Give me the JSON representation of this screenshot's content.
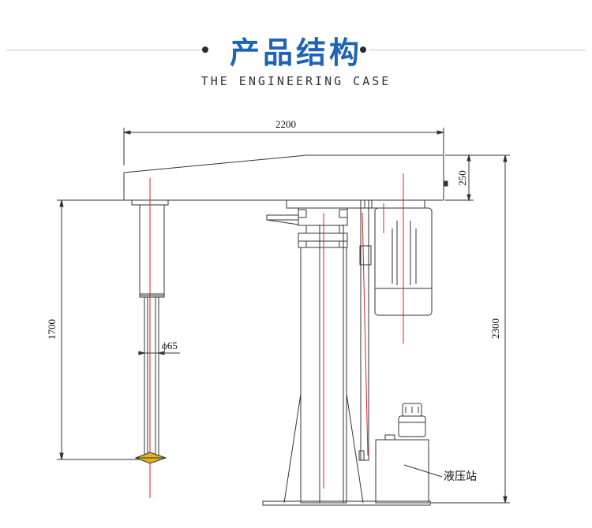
{
  "header": {
    "title": "产品结构",
    "subtitle": "THE ENGINEERING CASE"
  },
  "drawing": {
    "dim_width": "2200",
    "dim_arm_height": "250",
    "dim_shaft_length": "1700",
    "dim_total_height": "2300",
    "dim_shaft_diameter": "ϕ65",
    "label_hydraulic_station": "液压站"
  },
  "colors": {
    "title": "#1f63b6",
    "line": "#333333",
    "centerline": "#e02020",
    "impeller": "#e0b020"
  }
}
